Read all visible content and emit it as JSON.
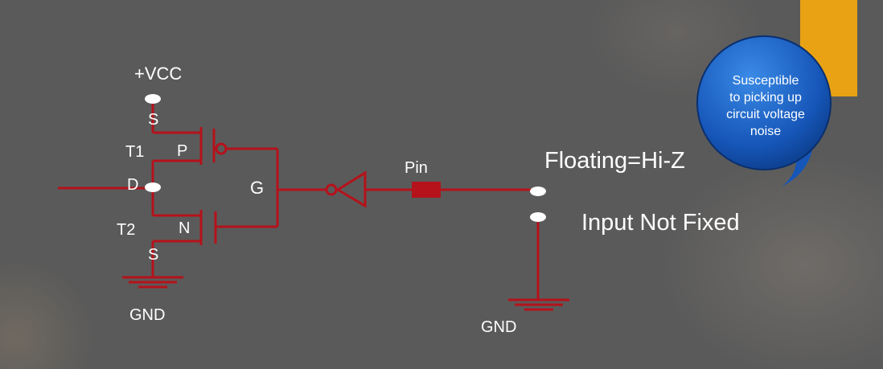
{
  "labels": {
    "vcc": "+VCC",
    "source_top": "S",
    "t1": "T1",
    "p": "P",
    "drain": "D",
    "gate": "G",
    "t2": "T2",
    "n": "N",
    "source_bottom": "S",
    "gnd_left": "GND",
    "pin": "Pin",
    "floating": "Floating=Hi-Z",
    "input_not_fixed": "Input Not Fixed",
    "gnd_right": "GND"
  },
  "callout": {
    "lines": [
      "Susceptible",
      "to picking up",
      "circuit voltage",
      "noise"
    ]
  },
  "colors": {
    "wire": "#b5121b",
    "accent_tab": "#e8a214",
    "bubble": "#1c63c4",
    "background": "#5a5a5a"
  }
}
